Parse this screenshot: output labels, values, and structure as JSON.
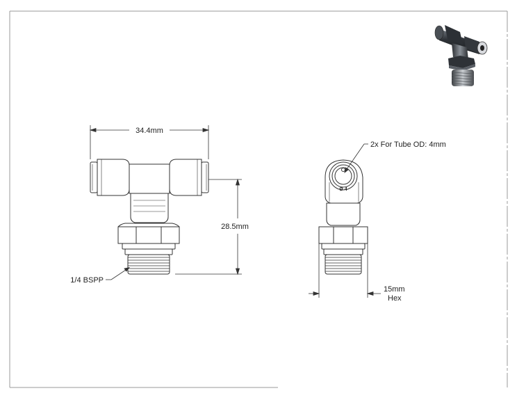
{
  "dimensions": {
    "overall_width": "34.4mm",
    "overall_height": "28.5mm",
    "thread_spec": "1/4 BSPP",
    "tube_callout": "2x For Tube OD: 4mm",
    "port_symbol": "Ø 4",
    "hex_size": "15mm",
    "hex_label": "Hex"
  },
  "colors": {
    "outline": "#333333",
    "frame": "#9a9a9a",
    "render_body": "#3a3f45"
  }
}
